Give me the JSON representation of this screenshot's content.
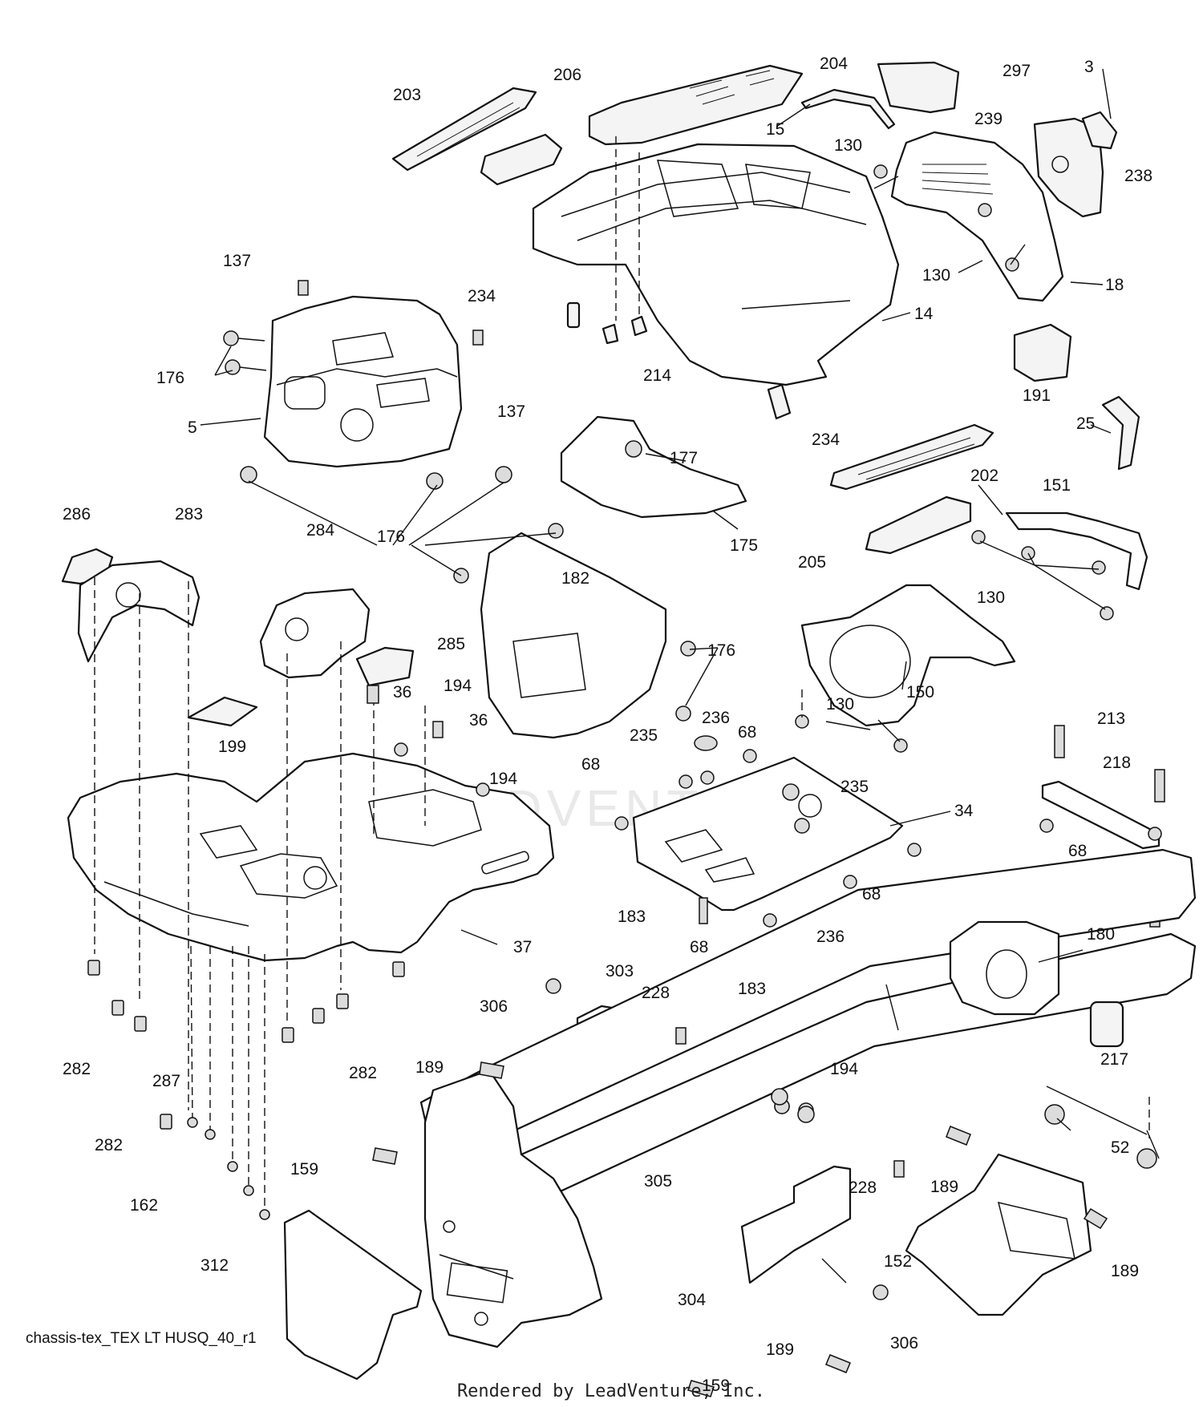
{
  "diagram": {
    "caption": "chassis-tex_TEX LT HUSQ_40_r1",
    "footer": "Rendered by LeadVenture, Inc.",
    "watermark": "LEADVENTURE",
    "part_numbers": [
      "3",
      "5",
      "14",
      "15",
      "18",
      "25",
      "34",
      "36",
      "36",
      "37",
      "52",
      "68",
      "68",
      "68",
      "68",
      "68",
      "130",
      "130",
      "130",
      "130",
      "130",
      "137",
      "137",
      "150",
      "151",
      "152",
      "159",
      "159",
      "162",
      "175",
      "176",
      "176",
      "176",
      "176",
      "177",
      "180",
      "182",
      "183",
      "183",
      "189",
      "189",
      "189",
      "189",
      "191",
      "194",
      "194",
      "194",
      "199",
      "202",
      "203",
      "204",
      "205",
      "206",
      "213",
      "214",
      "217",
      "218",
      "228",
      "228",
      "234",
      "234",
      "235",
      "235",
      "236",
      "236",
      "238",
      "239",
      "282",
      "282",
      "282",
      "282",
      "283",
      "284",
      "285",
      "286",
      "287",
      "297",
      "303",
      "304",
      "305",
      "306",
      "306",
      "312"
    ]
  }
}
